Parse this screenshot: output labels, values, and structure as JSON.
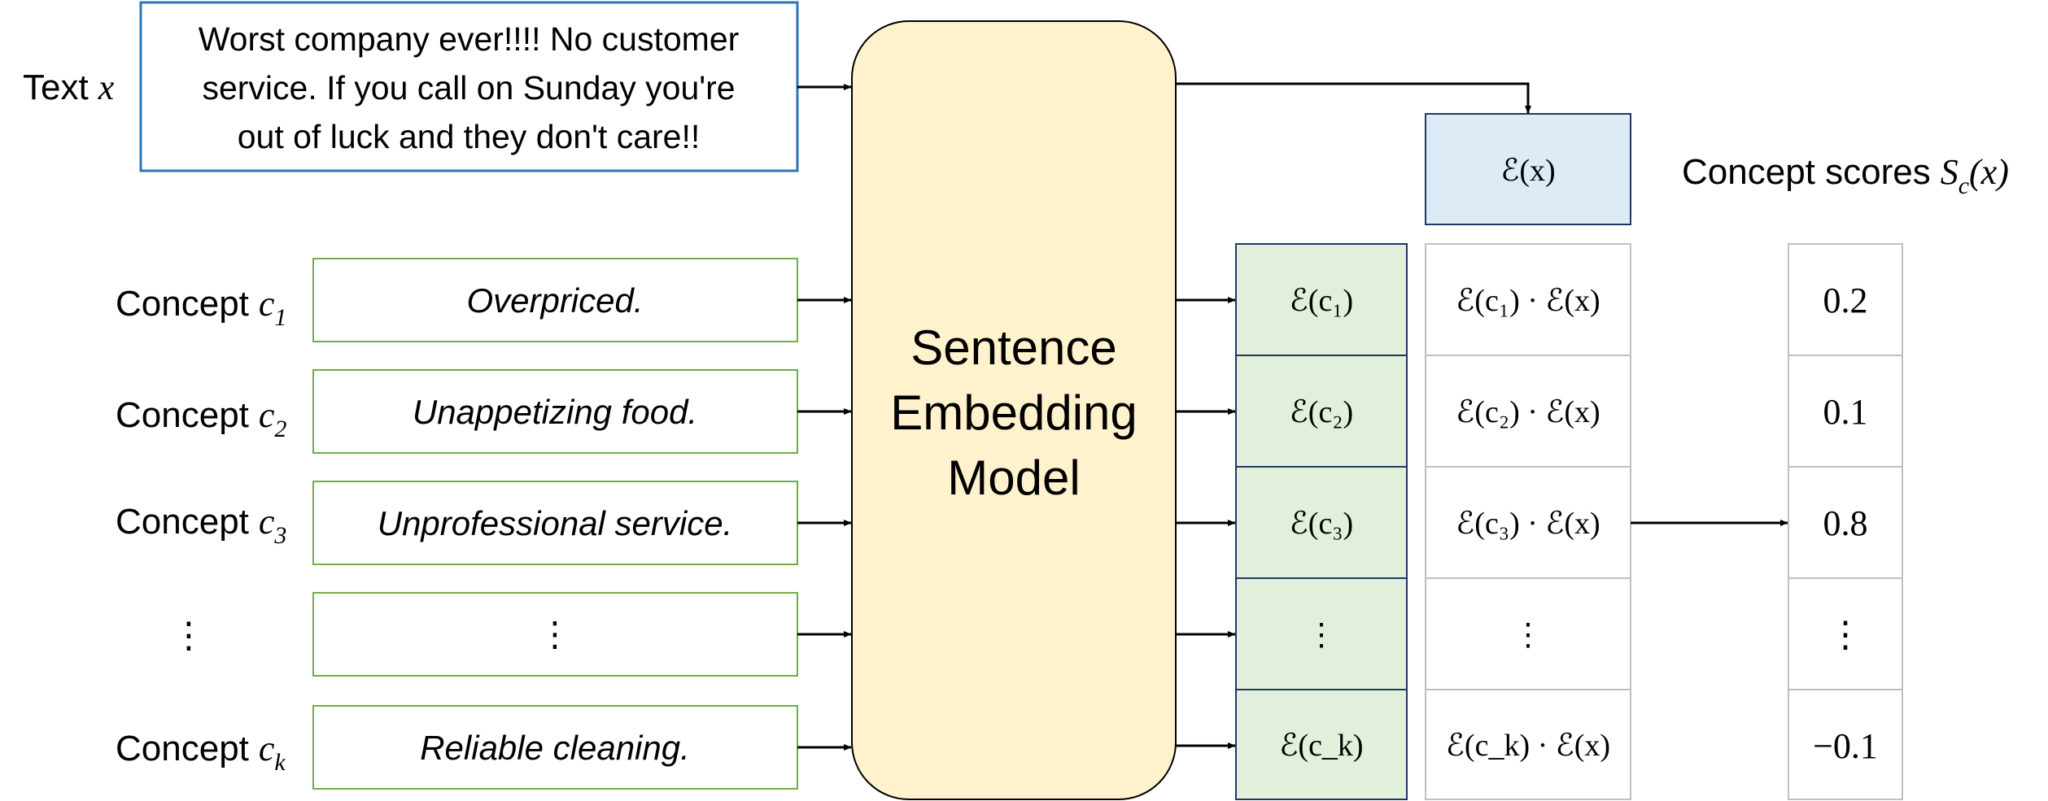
{
  "input": {
    "label": "Text",
    "symbol": "x",
    "text_lines": [
      "Worst company ever!!!! No customer",
      "service. If you call on Sunday you're",
      "out of luck and they don't care!!"
    ]
  },
  "concepts": [
    {
      "label": "Concept",
      "symbol": "c",
      "sub": "1",
      "text": "Overpriced."
    },
    {
      "label": "Concept",
      "symbol": "c",
      "sub": "2",
      "text": "Unappetizing food."
    },
    {
      "label": "Concept",
      "symbol": "c",
      "sub": "3",
      "text": "Unprofessional service."
    },
    {
      "label": "⋮",
      "symbol": "",
      "sub": "",
      "text": "⋮"
    },
    {
      "label": "Concept",
      "symbol": "c",
      "sub": "k",
      "text": "Reliable cleaning."
    }
  ],
  "model": {
    "lines": [
      "Sentence",
      "Embedding",
      "Model"
    ]
  },
  "text_embedding": "ℰ(x)",
  "concept_embeddings": [
    "ℰ(c₁)",
    "ℰ(c₂)",
    "ℰ(c₃)",
    "⋮",
    "ℰ(c_k)"
  ],
  "dot_products": [
    "ℰ(c₁) · ℰ(x)",
    "ℰ(c₂) · ℰ(x)",
    "ℰ(c₃) · ℰ(x)",
    "⋮",
    "ℰ(c_k) · ℰ(x)"
  ],
  "scores_header": {
    "label": "Concept scores",
    "symbol": "S",
    "sub": "c",
    "arg": "(x)"
  },
  "scores": [
    "0.2",
    "0.1",
    "0.8",
    "⋮",
    "−0.1"
  ],
  "colors": {
    "input_border": "#2E75B6",
    "concept_border": "#70AD47",
    "model_fill": "#FFF2CC",
    "embedding_fill": "#E2EFDA",
    "text_embedding_fill": "#DDEBF7",
    "grid_border": "#BFBFBF"
  }
}
